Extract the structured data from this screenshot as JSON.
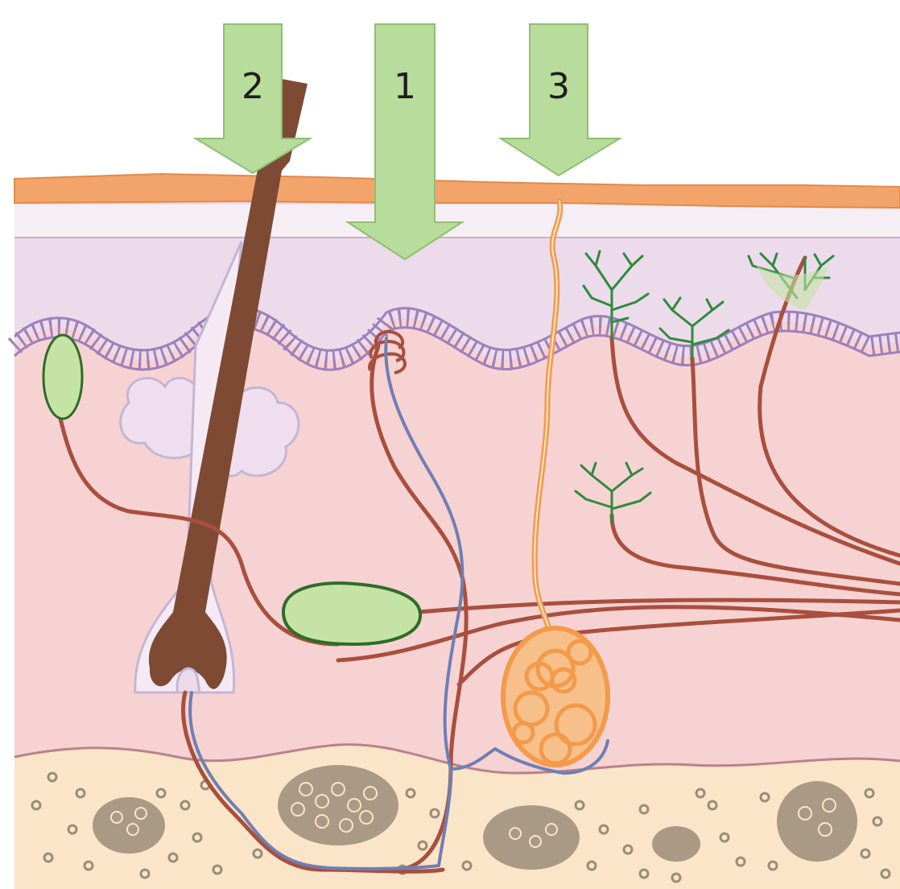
{
  "diagram": {
    "arrows": [
      {
        "id": "arrow-1",
        "label": "1",
        "depth": "dermis"
      },
      {
        "id": "arrow-2",
        "label": "2",
        "depth": "skin-surface-hair"
      },
      {
        "id": "arrow-3",
        "label": "3",
        "depth": "sweat-pore"
      }
    ],
    "colors": {
      "stratum_corneum": "#f2a46a",
      "epidermis": "#ecdbea",
      "dermis": "#f7d2d2",
      "hypodermis": "#fbe5c8",
      "arrow_fill": "#b7dc9c",
      "hair": "#7e4a34",
      "nerve": "#a84f3e",
      "vein": "#6e7fb3",
      "receptor_fill": "#c5e3a5",
      "receptor_stroke": "#2f6b2a",
      "free_nerve_ending": "#2e8b3c",
      "sweat_duct": "#f39a4b",
      "basement_membrane": "#9d80bb",
      "fat_lobule": "#9b8c78"
    }
  }
}
